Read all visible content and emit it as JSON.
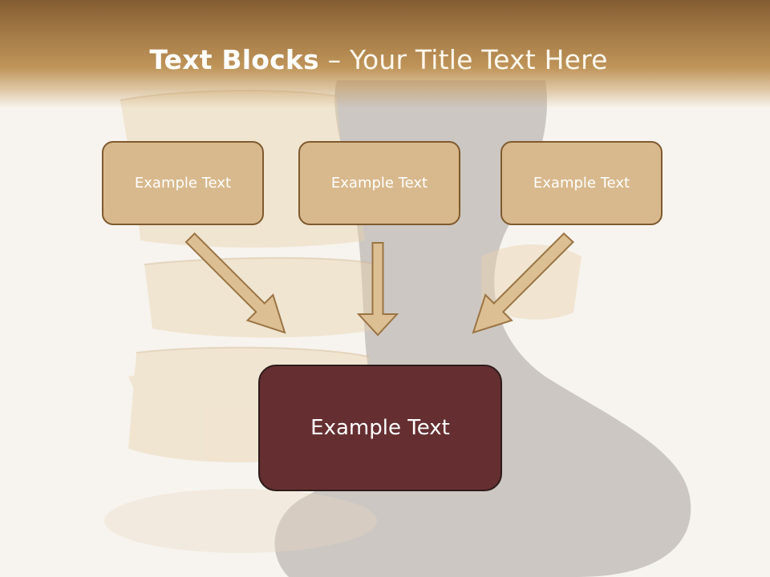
{
  "slide": {
    "title_bold": "Text Blocks",
    "title_dash": " – ",
    "title_rest": "Your Title Text Here"
  },
  "diagram": {
    "top_boxes": [
      {
        "label": "Example Text"
      },
      {
        "label": "Example Text"
      },
      {
        "label": "Example Text"
      }
    ],
    "bottom_box": {
      "label": "Example Text"
    }
  },
  "colors": {
    "header_dark": "#845c32",
    "header_light": "#bf9459",
    "small_box_fill": "#d8b98d",
    "small_box_border": "#7f5a2e",
    "big_box_fill": "#652f31",
    "arrow_fill": "#dcc094",
    "arrow_stroke": "#9b7444"
  }
}
